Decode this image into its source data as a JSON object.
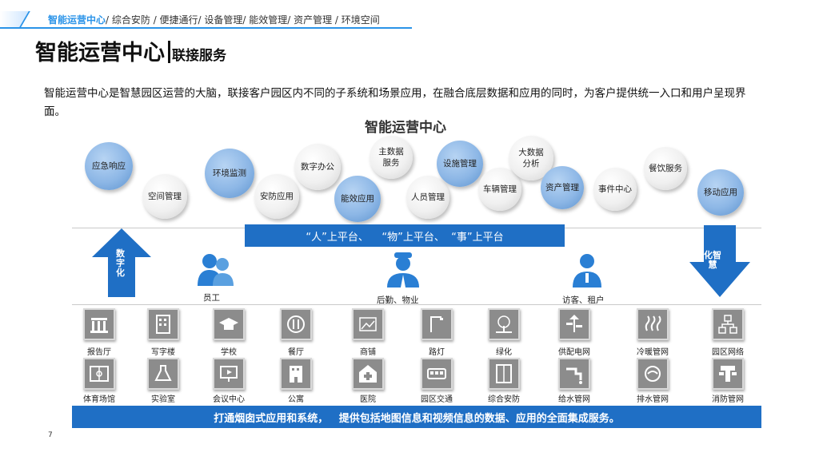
{
  "nav": {
    "items": [
      "智能运营中心",
      "/ 综合安防 / 便捷通行/ 设备管理/ 能效管理/ 资产管理 / 环境空间"
    ]
  },
  "title": {
    "main": "智能运营中心",
    "sub": "联接服务"
  },
  "description": "智能运营中心是智慧园区运营的大脑，联接客户园区内不同的子系统和场景应用，在融合底层数据和应用的同时，为客户提供统一入口和用户呈现界面。",
  "diagram_title": "智能运营中心",
  "bubbles": [
    {
      "label": "应急响应",
      "color": "blue"
    },
    {
      "label": "空间管理",
      "color": "gray"
    },
    {
      "label": "环境监测",
      "color": "blue"
    },
    {
      "label": "安防应用",
      "color": "gray"
    },
    {
      "label": "数字办公",
      "color": "gray"
    },
    {
      "label": "能效应用",
      "color": "blue"
    },
    {
      "label": "主数据\n服务",
      "color": "gray"
    },
    {
      "label": "人员管理",
      "color": "gray"
    },
    {
      "label": "设施管理",
      "color": "blue"
    },
    {
      "label": "车辆管理",
      "color": "gray"
    },
    {
      "label": "大数据\n分析",
      "color": "gray"
    },
    {
      "label": "资产管理",
      "color": "blue"
    },
    {
      "label": "事件中心",
      "color": "gray"
    },
    {
      "label": "餐饮服务",
      "color": "gray"
    },
    {
      "label": "移动应用",
      "color": "blue"
    }
  ],
  "platform_text": "“人”上平台、    “物”上平台、  “事”上平台",
  "arrows": {
    "up": "数\n字\n化",
    "down": "化智\n慧"
  },
  "roles": [
    "员工",
    "后勤、物业",
    "访客、租户"
  ],
  "tiles_row1": [
    "报告厅",
    "写字楼",
    "学校",
    "餐厅",
    "商铺",
    "路灯",
    "绿化",
    "供配电网",
    "冷暖管网",
    "园区网络"
  ],
  "tiles_row2": [
    "体育场馆",
    "实验室",
    "会议中心",
    "公寓",
    "医院",
    "园区交通",
    "综合安防",
    "给水管网",
    "排水管网",
    "消防管网"
  ],
  "bottom_text": "打通烟囱式应用和系统，   提供包括地图信息和视频信息的数据、应用的全面集成服务。",
  "page_number": "7",
  "colors": {
    "accent": "#2a93e8",
    "platform_blue": "#1f6fc5",
    "bubble_blue": "#8db7e6",
    "tile_gray": "#8c8c8c"
  }
}
